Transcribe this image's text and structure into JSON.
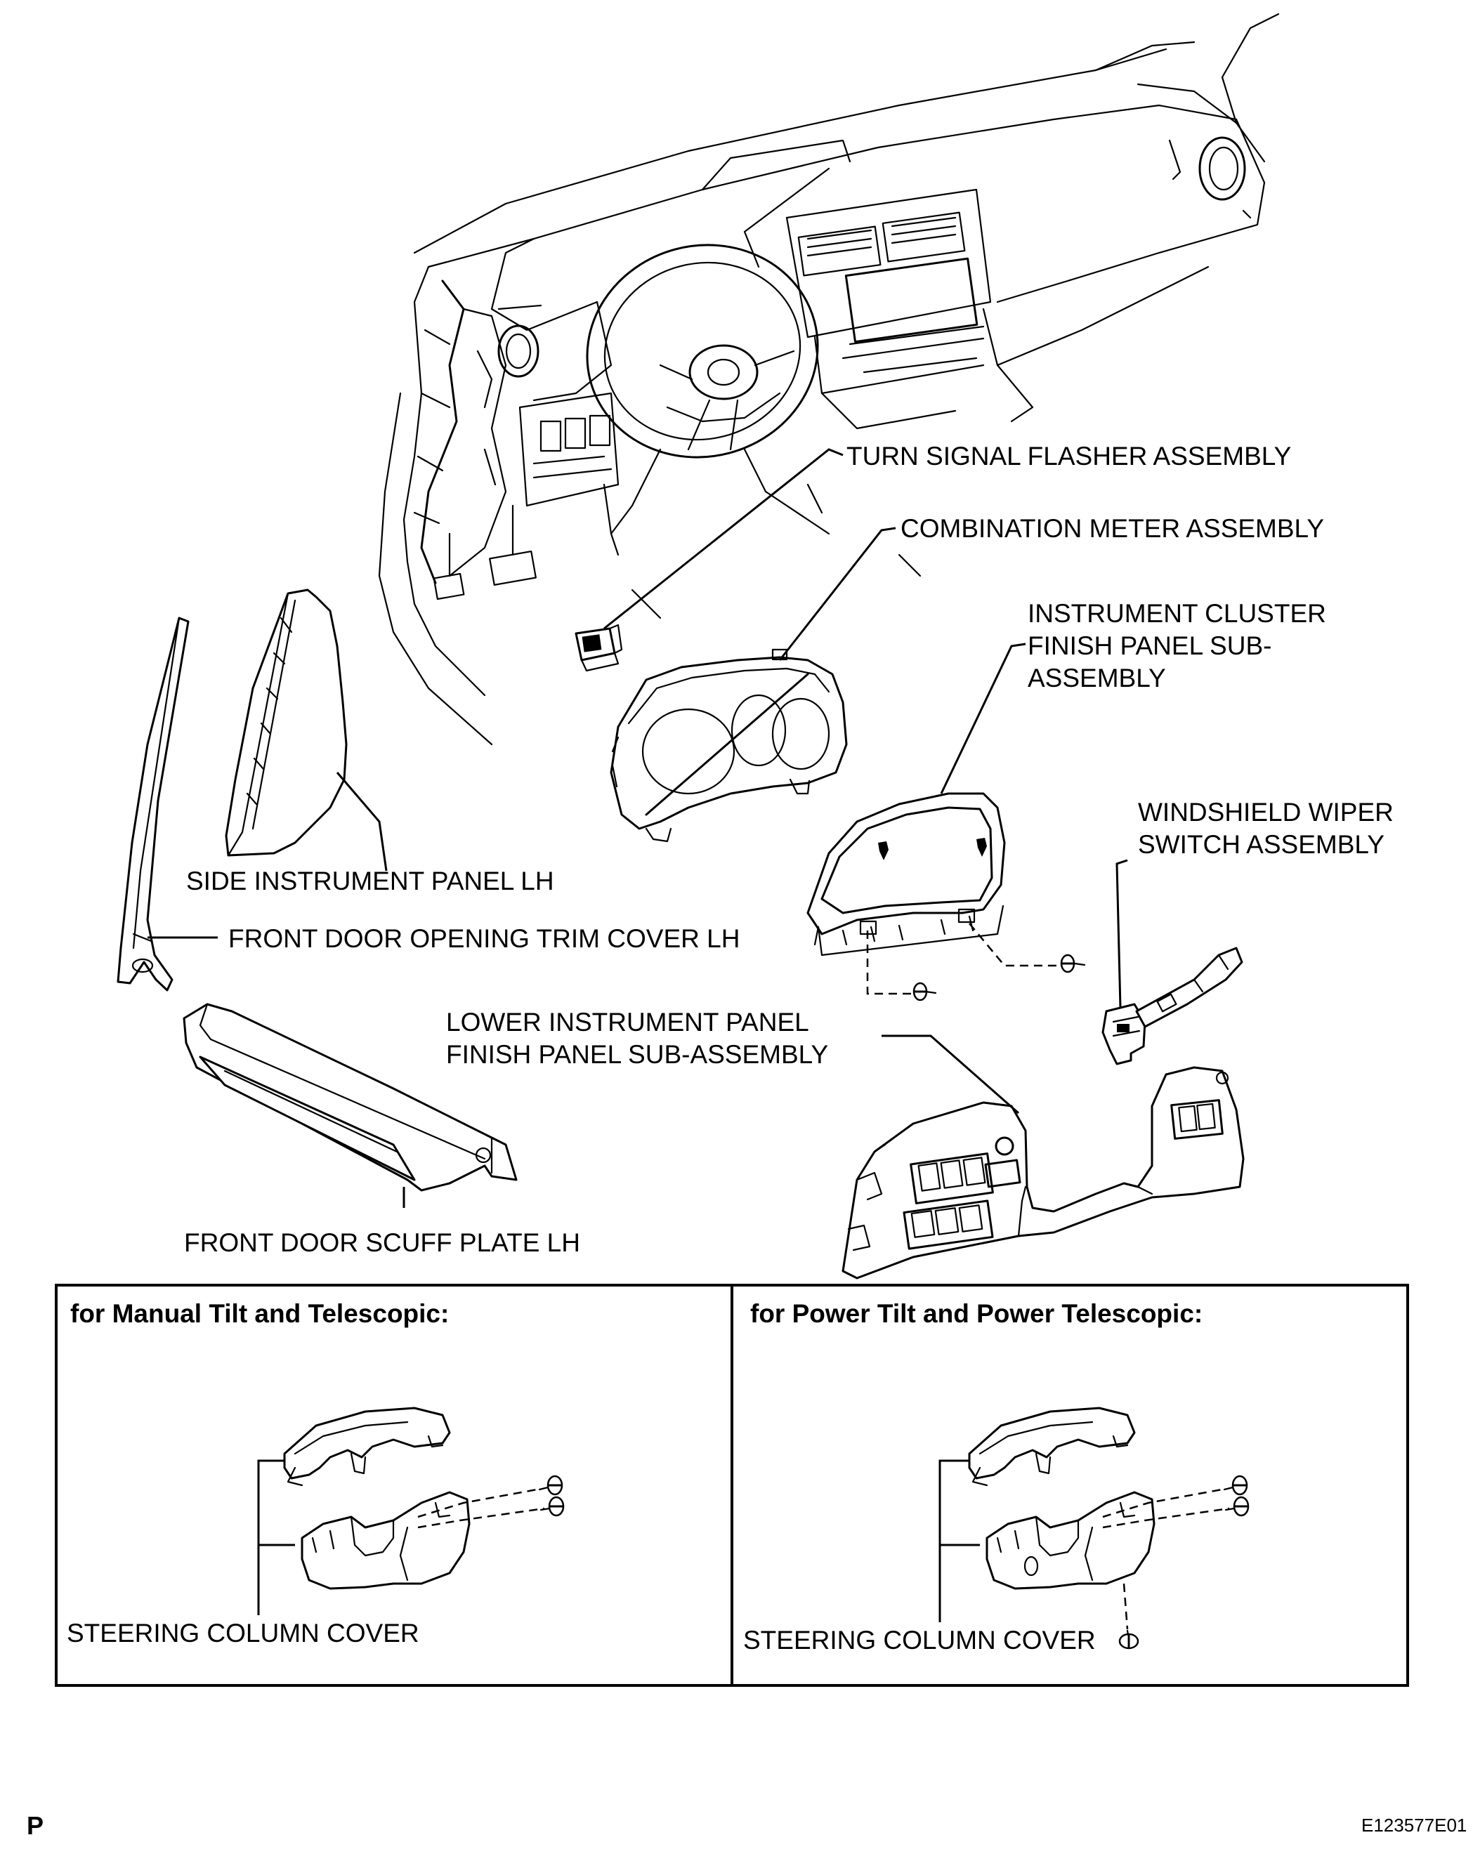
{
  "labels": {
    "turn_signal": "TURN SIGNAL FLASHER ASSEMBLY",
    "combination_meter": "COMBINATION METER ASSEMBLY",
    "cluster_finish_1": "INSTRUMENT CLUSTER",
    "cluster_finish_2": "FINISH PANEL SUB-",
    "cluster_finish_3": "ASSEMBLY",
    "wiper_1": "WINDSHIELD WIPER",
    "wiper_2": "SWITCH ASSEMBLY",
    "side_panel": "SIDE INSTRUMENT PANEL LH",
    "door_trim": "FRONT DOOR OPENING TRIM COVER LH",
    "lower_panel_1": "LOWER INSTRUMENT PANEL",
    "lower_panel_2": "FINISH PANEL SUB-ASSEMBLY",
    "scuff_plate": "FRONT DOOR SCUFF PLATE LH"
  },
  "boxes": {
    "left_title": "for Manual Tilt and Telescopic:",
    "left_label": "STEERING COLUMN COVER",
    "right_title": "for Power Tilt and Power Telescopic:",
    "right_label": "STEERING COLUMN COVER"
  },
  "footer": {
    "page_letter": "P",
    "figure_code": "E123577E01"
  }
}
